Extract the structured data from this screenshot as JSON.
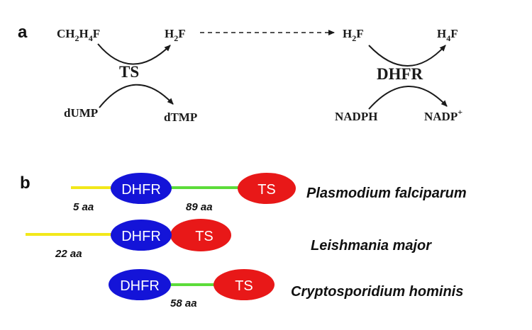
{
  "panel_a": {
    "label": "a",
    "ts_reaction": {
      "enzyme": "TS",
      "substrate_top": {
        "base": "CH",
        "sub1": "2",
        "mid": "H",
        "sub2": "4",
        "end": "F"
      },
      "product_top": {
        "base": "H",
        "sub": "2",
        "end": "F"
      },
      "substrate_bottom": "dUMP",
      "product_bottom": "dTMP"
    },
    "dhfr_reaction": {
      "enzyme": "DHFR",
      "substrate_top": {
        "base": "H",
        "sub": "2",
        "end": "F"
      },
      "product_top": {
        "base": "H",
        "sub": "4",
        "end": "F"
      },
      "substrate_bottom": "NADPH",
      "product_bottom": {
        "base": "NADP",
        "sup": "+"
      }
    }
  },
  "panel_b": {
    "label": "b",
    "rows": [
      {
        "organism": "Plasmodium falciparum",
        "dhfr_label": "DHFR",
        "ts_label": "TS",
        "n_terminal_length": "5 aa",
        "linker_length": "89 aa"
      },
      {
        "organism": "Leishmania major",
        "dhfr_label": "DHFR",
        "ts_label": "TS",
        "n_terminal_length": "22 aa"
      },
      {
        "organism": "Cryptosporidium hominis",
        "dhfr_label": "DHFR",
        "ts_label": "TS",
        "linker_length": "58 aa"
      }
    ]
  },
  "colors": {
    "dhfr_domain": "#1414d8",
    "ts_domain": "#e81818",
    "n_terminal_segment": "#f2e81a",
    "linker_segment": "#5cdc3a",
    "text": "#1a1a1a"
  }
}
